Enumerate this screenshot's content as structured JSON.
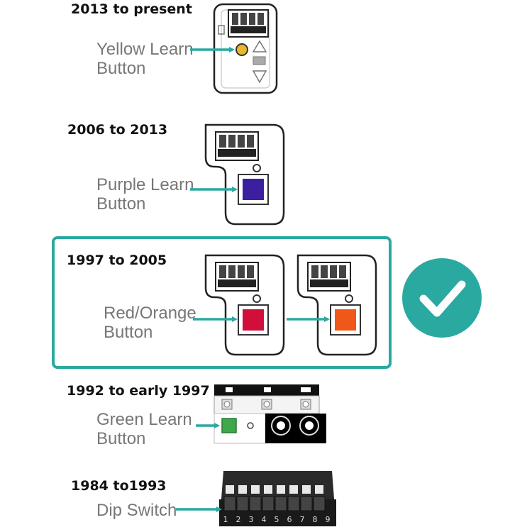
{
  "sections": [
    {
      "era": "2013 to present",
      "label_line1": "Yellow Learn",
      "label_line2": "Button",
      "button_color": "#e8b82a"
    },
    {
      "era": "2006 to 2013",
      "label_line1": "Purple Learn",
      "label_line2": "Button",
      "button_color": "#3b1fa0"
    },
    {
      "era": "1997 to 2005",
      "label_line1": "Red/Orange",
      "label_line2": "Button",
      "button_color": "#d10f3a",
      "button_color_alt": "#f0581a",
      "selected": true
    },
    {
      "era": "1992 to early 1997",
      "label_line1": "Green Learn",
      "label_line2": "Button",
      "button_color": "#3ea84a"
    },
    {
      "era": "1984 to1993",
      "label_line1": "Dip Switch",
      "label_line2": "",
      "switch_numbers": [
        "1",
        "2",
        "3",
        "4",
        "5",
        "6",
        "7",
        "8",
        "9"
      ]
    }
  ],
  "colors": {
    "accent": "#2aa9a1",
    "checkmark_bg": "#2aa9a1"
  },
  "icons": {
    "check": "checkmark-icon"
  }
}
